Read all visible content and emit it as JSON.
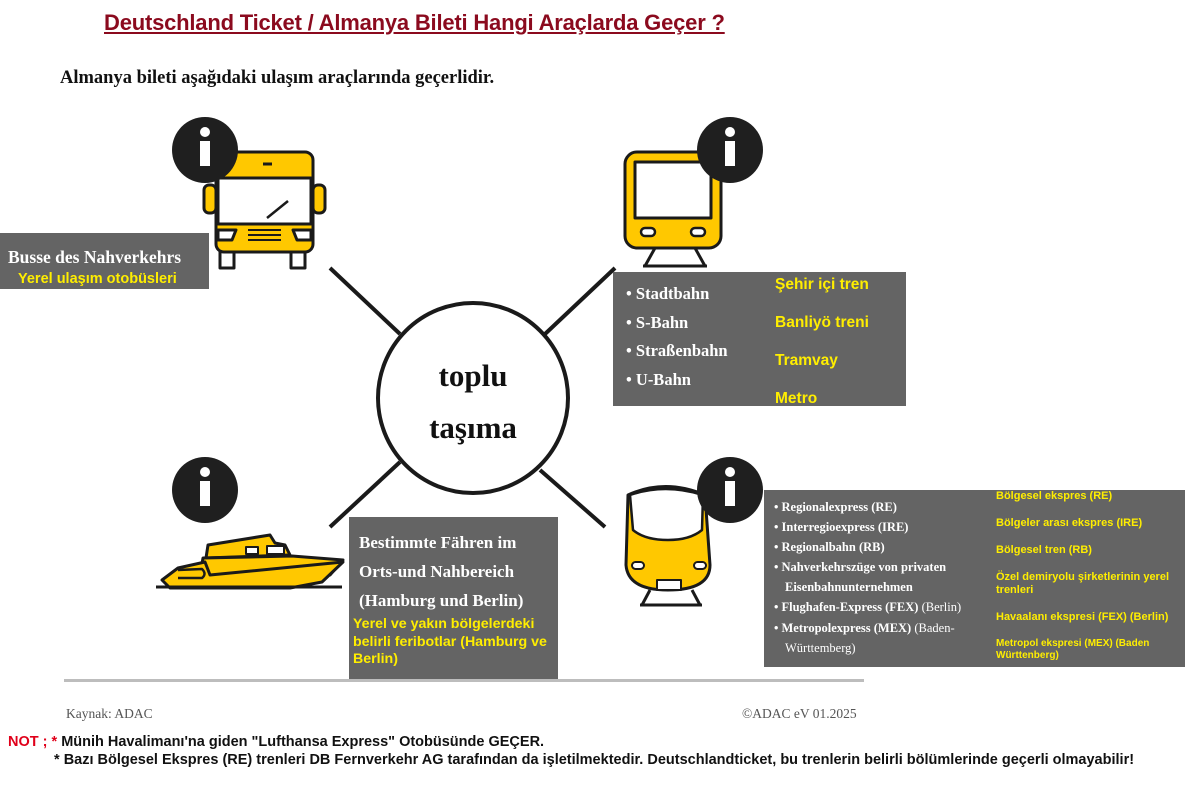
{
  "header": {
    "title": "Deutschland Ticket / Almanya Bileti Hangi Araçlarda Geçer ?",
    "subtitle": "Almanya bileti aşağıdaki ulaşım araçlarında geçerlidir."
  },
  "colors": {
    "title": "#8b0a1e",
    "box_bg": "#646464",
    "accent_yellow": "#ffc800",
    "translation_text": "#ffee00",
    "note_red": "#e0001a"
  },
  "center": {
    "line1": "toplu",
    "line2": "taşıma"
  },
  "nodes": {
    "bus": {
      "icon": "bus-icon",
      "info_icon": "info-icon",
      "label_de": "Busse des Nahverkehrs",
      "label_tr": "Yerel ulaşım otobüsleri"
    },
    "tram": {
      "icon": "tram-icon",
      "info_icon": "info-icon",
      "items_de": [
        "• Stadtbahn",
        "• S-Bahn",
        "• Straßenbahn",
        "• U-Bahn"
      ],
      "items_tr": [
        "Şehir içi tren",
        "Banliyö treni",
        "Tramvay",
        "Metro"
      ]
    },
    "ferry": {
      "icon": "ferry-icon",
      "info_icon": "info-icon",
      "lines_de": [
        "Bestimmte Fähren im",
        "Orts-und Nahbereich",
        "(Hamburg und Berlin)"
      ],
      "label_tr": "Yerel ve yakın bölgelerdeki belirli feribotlar (Hamburg ve Berlin)"
    },
    "regional_train": {
      "icon": "regional-train-icon",
      "info_icon": "info-icon",
      "items_de": [
        {
          "bold": "• Regionalexpress (RE)",
          "regular": ""
        },
        {
          "bold": "• Interregioexpress (IRE)",
          "regular": ""
        },
        {
          "bold": "• Regionalbahn (RB)",
          "regular": ""
        },
        {
          "bold": "• Nahverkehrszüge von privaten",
          "regular": ""
        },
        {
          "bold": "   Eisenbahnunternehmen",
          "regular": ""
        },
        {
          "bold": "• Flughafen-Express (FEX)",
          "regular": " (Berlin)"
        },
        {
          "bold": "• Metropolexpress (MEX)",
          "regular": " (Baden-"
        },
        {
          "bold": "",
          "regular": "   Württemberg)"
        }
      ],
      "items_tr": [
        "Bölgesel ekspres (RE)",
        "Bölgeler arası ekspres (IRE)",
        "Bölgesel tren (RB)",
        "Özel demiryolu şirketlerinin yerel",
        "trenleri",
        "Havaalanı ekspresi (FEX) (Berlin)",
        "Metropol ekspresi (MEX) (Baden",
        "Württenberg)"
      ]
    }
  },
  "footer": {
    "source": "Kaynak: ADAC",
    "copyright": "©ADAC eV 01.2025",
    "note_label": "NOT ;",
    "note_bullet": "*",
    "note1": "Münih Havalimanı'na giden \"Lufthansa Express\" Otobüsünde GEÇER.",
    "note2": "Bazı Bölgesel Ekspres (RE) trenleri DB Fernverkehr AG tarafından da işletilmektedir. Deutschlandticket, bu trenlerin belirli bölümlerinde geçerli olmayabilir!"
  }
}
